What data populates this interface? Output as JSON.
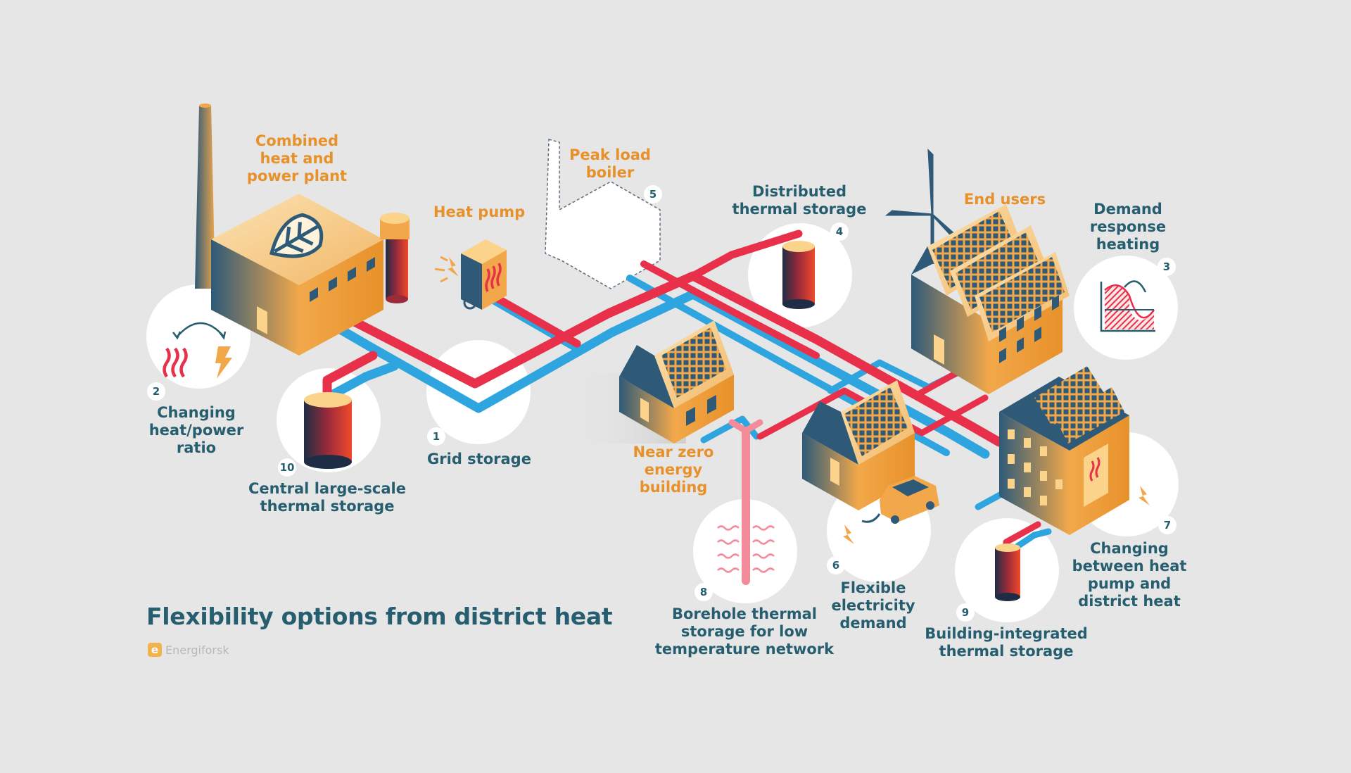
{
  "title": "Flexibility options from district heat",
  "brand": "Energiforsk",
  "colors": {
    "background": "#e6e6e6",
    "hot_pipe": "#e8304a",
    "cold_pipe": "#2fa5e0",
    "label_orange": "#e8912a",
    "label_blue": "#265e6f",
    "building_orange": "#f2a84a",
    "building_dark": "#2e5a78"
  },
  "labels": {
    "chp": "Combined\nheat and\npower plant",
    "heat_pump": "Heat pump",
    "peak_boiler": "Peak load\nboiler",
    "distributed_storage": "Distributed\nthermal storage",
    "end_users": "End users",
    "demand_response": "Demand\nresponse\nheating",
    "heat_power_ratio": "Changing\nheat/power\nratio",
    "central_storage": "Central large-scale\nthermal storage",
    "grid_storage": "Grid storage",
    "nzeb": "Near zero\nenergy\nbuilding",
    "borehole": "Borehole thermal\nstorage for low\ntemperature network",
    "flex_electricity": "Flexible\nelectricity\ndemand",
    "building_storage": "Building-integrated\nthermal storage",
    "hp_dh_switch": "Changing\nbetween heat\npump and\ndistrict heat"
  },
  "numbers": {
    "grid_storage": "1",
    "heat_power_ratio": "2",
    "demand_response": "3",
    "distributed_storage": "4",
    "peak_boiler": "5",
    "flex_electricity": "6",
    "hp_dh_switch": "7",
    "borehole": "8",
    "building_storage": "9",
    "central_storage": "10"
  },
  "icons": {
    "chp_emblem": "leaf-icon",
    "heat": "heat-waves-icon",
    "electricity": "lightning-icon",
    "cycle": "cycle-arrow-icon",
    "demand_curve": "demand-curve-icon",
    "wind": "wind-turbine-icon",
    "solar": "solar-panel-icon",
    "car": "electric-car-icon"
  }
}
